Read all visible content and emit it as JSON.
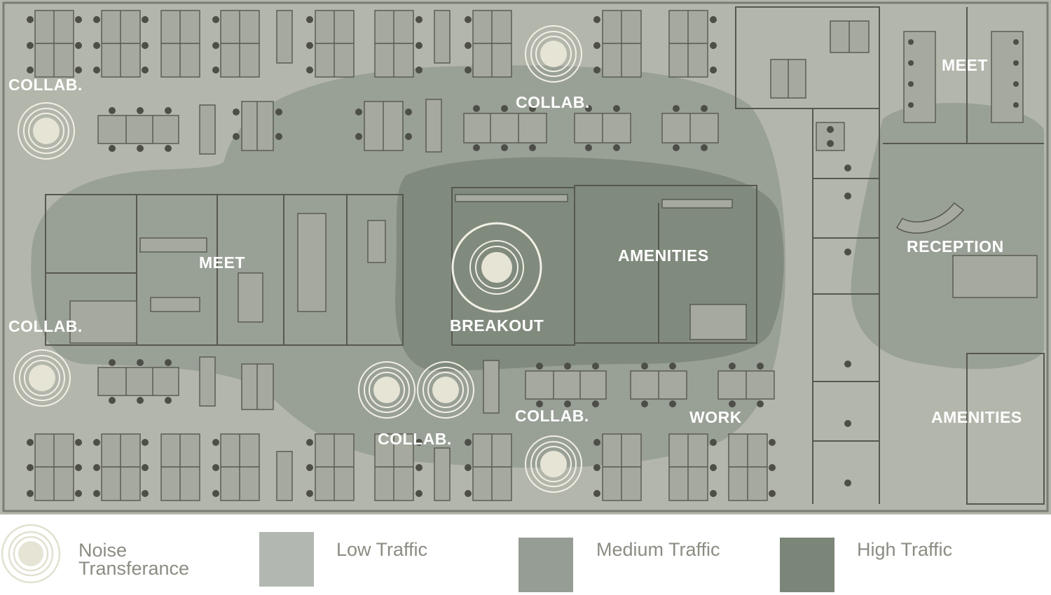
{
  "colors": {
    "background": "#b3b6ab",
    "low_traffic": "#b2b8b1",
    "medium_traffic": "#969d94",
    "high_traffic": "#7b8679",
    "plan_lines": "#56584f",
    "noise_rings": "#f2f0e6",
    "label_text": "#ffffff"
  },
  "zones": {
    "collab_top_left": "COLLAB.",
    "collab_top_center": "COLLAB.",
    "meet_top_right": "MEET",
    "meet_left": "MEET",
    "amenities_center": "AMENITIES",
    "reception": "RECEPTION",
    "collab_mid_left": "COLLAB.",
    "breakout": "BREAKOUT",
    "collab_bottom_center": "COLLAB.",
    "work": "WORK",
    "amenities_right": "AMENITIES",
    "collab_bottom": "COLLAB."
  },
  "legend": {
    "noise": "Noise\nTransferance",
    "low": "Low Traffic",
    "medium": "Medium Traffic",
    "high": "High Traffic"
  },
  "icons": {
    "noise_ring": "concentric-rings-icon",
    "workstation": "desk-pod-icon",
    "chair": "chair-icon"
  }
}
